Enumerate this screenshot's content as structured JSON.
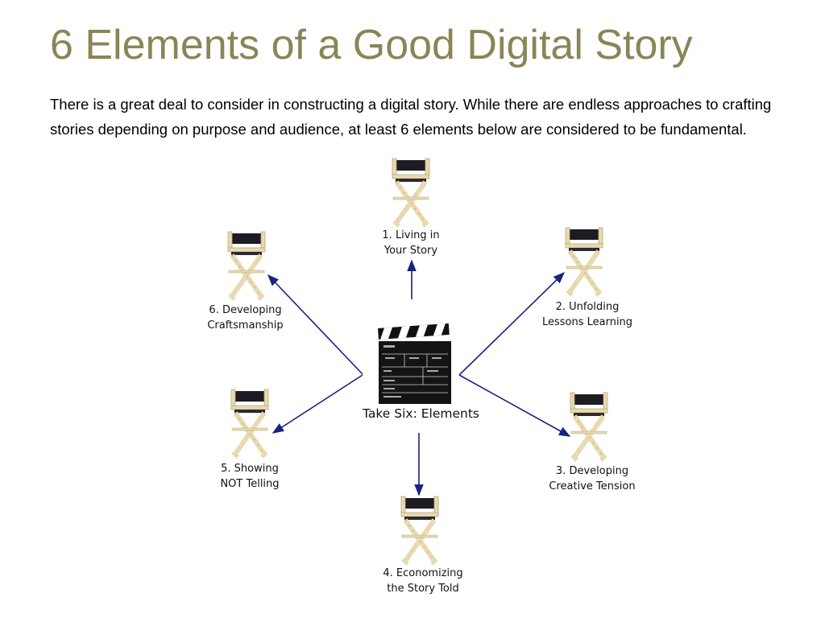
{
  "title": "6 Elements of a Good Digital Story",
  "intro": "There is a great deal to consider in constructing a digital story. While there are endless approaches to crafting stories depending on purpose and audience, at least 6 elements below are considered to be fundamental.",
  "center": {
    "label": "Take Six: Elements"
  },
  "elements": [
    {
      "line1": "1. Living in",
      "line2": "Your Story"
    },
    {
      "line1": "2. Unfolding",
      "line2": "Lessons Learning"
    },
    {
      "line1": "3. Developing",
      "line2": "Creative Tension"
    },
    {
      "line1": "4. Economizing",
      "line2": "the Story Told"
    },
    {
      "line1": "5. Showing",
      "line2": "NOT Telling"
    },
    {
      "line1": "6. Developing",
      "line2": "Craftsmanship"
    }
  ],
  "colors": {
    "title": "#8b8457",
    "arrow": "#1a237e",
    "chair_seat": "#1c1c22",
    "chair_wood": "#e8d9b0"
  },
  "icons": {
    "chair": "directors-chair-icon",
    "clapperboard": "clapperboard-icon"
  }
}
